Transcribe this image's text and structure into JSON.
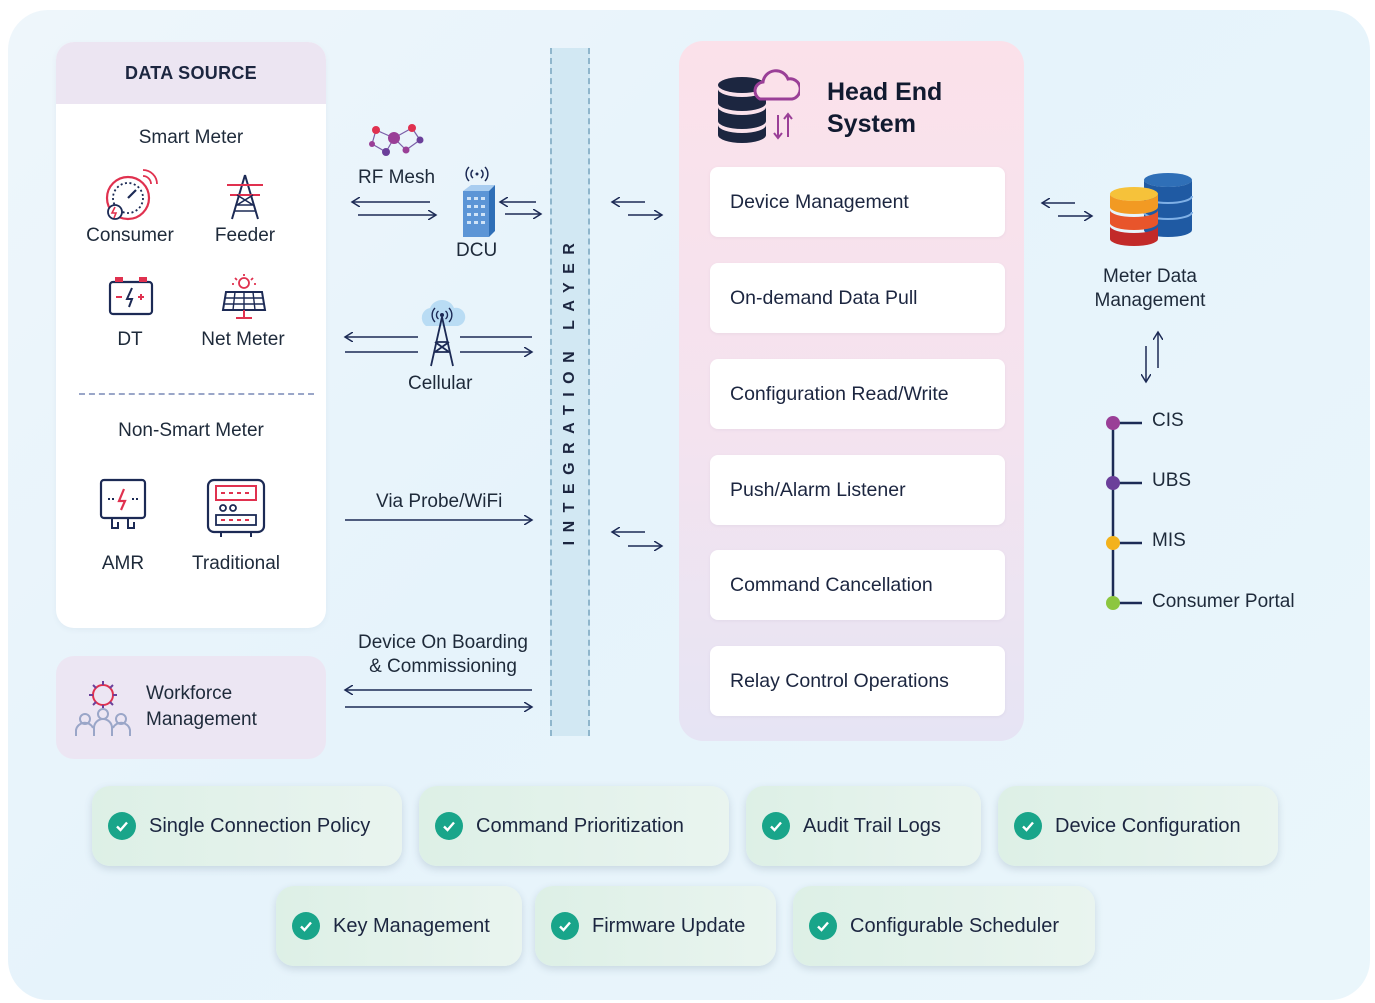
{
  "data_source": {
    "title": "DATA SOURCE",
    "smart_meter": "Smart Meter",
    "consumer": "Consumer",
    "feeder": "Feeder",
    "dt": "DT",
    "net_meter": "Net Meter",
    "non_smart_meter": "Non-Smart Meter",
    "amr": "AMR",
    "traditional": "Traditional"
  },
  "workforce": {
    "line1": "Workforce",
    "line2": "Management"
  },
  "channels": {
    "rf_mesh": "RF Mesh",
    "dcu": "DCU",
    "cellular": "Cellular",
    "probe": "Via Probe/WiFi",
    "onboarding_1": "Device On Boarding",
    "onboarding_2": "& Commissioning"
  },
  "integration_layer": "INTEGRATION LAYER",
  "head_end": {
    "title_1": "Head End",
    "title_2": "System",
    "items": [
      "Device Management",
      "On-demand Data Pull",
      "Configuration Read/Write",
      "Push/Alarm Listener",
      "Command Cancellation",
      "Relay Control Operations"
    ]
  },
  "mdm": {
    "line1": "Meter Data",
    "line2": "Management"
  },
  "systems": [
    {
      "label": "CIS",
      "color": "#9a3f97"
    },
    {
      "label": "UBS",
      "color": "#6b3f9a"
    },
    {
      "label": "MIS",
      "color": "#f3b21c"
    },
    {
      "label": "Consumer Portal",
      "color": "#8cc63f"
    }
  ],
  "features_row1": [
    "Single Connection Policy",
    "Command Prioritization",
    "Audit Trail Logs",
    "Device Configuration"
  ],
  "features_row2": [
    "Key Management",
    "Firmware Update",
    "Configurable Scheduler"
  ],
  "colors": {
    "accent_red": "#e0314f",
    "accent_navy": "#1c2a55",
    "accent_blue": "#2f6fb7",
    "check_green": "#19a58a"
  }
}
